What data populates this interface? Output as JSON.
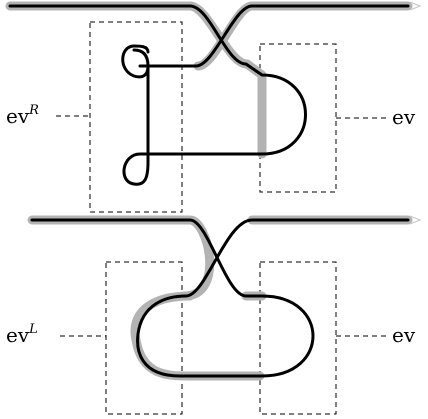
{
  "panels": [
    {
      "left_label": {
        "base": "ev",
        "sup": "R"
      },
      "right_label": {
        "base": "ev",
        "sup": ""
      }
    },
    {
      "left_label": {
        "base": "ev",
        "sup": "L"
      },
      "right_label": {
        "base": "ev",
        "sup": ""
      }
    }
  ],
  "colors": {
    "strand": "#000000",
    "highlight": "#b3b3b3",
    "box_outline": "#000000",
    "arrow": "#c8c8c8",
    "background": "#ffffff"
  }
}
